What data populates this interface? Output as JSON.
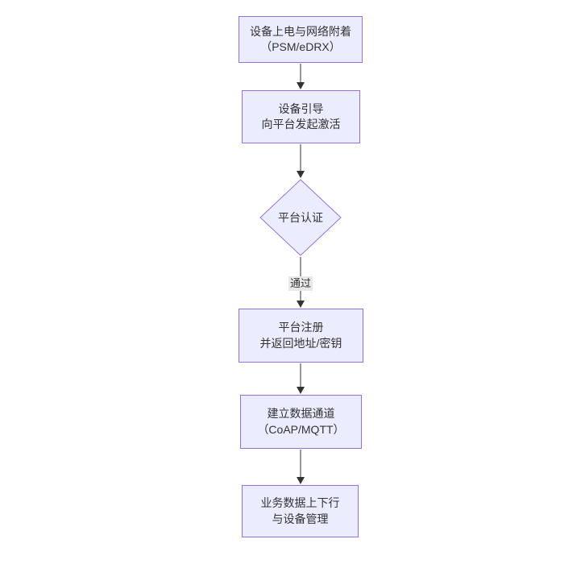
{
  "diagram": {
    "type": "flowchart",
    "direction": "top-down",
    "nodes": [
      {
        "id": "A",
        "shape": "rect",
        "lines": [
          "设备上电与网络附着",
          "（PSM/eDRX）"
        ]
      },
      {
        "id": "B",
        "shape": "rect",
        "lines": [
          "设备引导",
          "向平台发起激活"
        ]
      },
      {
        "id": "C",
        "shape": "diamond",
        "lines": [
          "平台认证"
        ]
      },
      {
        "id": "D",
        "shape": "rect",
        "lines": [
          "平台注册",
          "并返回地址/密钥"
        ]
      },
      {
        "id": "E",
        "shape": "rect",
        "lines": [
          "建立数据通道",
          "（CoAP/MQTT）"
        ]
      },
      {
        "id": "F",
        "shape": "rect",
        "lines": [
          "业务数据上下行",
          "与设备管理"
        ]
      }
    ],
    "edges": [
      {
        "from": "A",
        "to": "B",
        "label": ""
      },
      {
        "from": "B",
        "to": "C",
        "label": ""
      },
      {
        "from": "C",
        "to": "D",
        "label": "通过"
      },
      {
        "from": "D",
        "to": "E",
        "label": ""
      },
      {
        "from": "E",
        "to": "F",
        "label": ""
      }
    ],
    "colors": {
      "background": "#ffffff",
      "node_fill": "#ECECFF",
      "node_border": "#9370DB",
      "text": "#333333",
      "edge": "#333333",
      "edge_label_bg": "#e8e8e8"
    }
  }
}
